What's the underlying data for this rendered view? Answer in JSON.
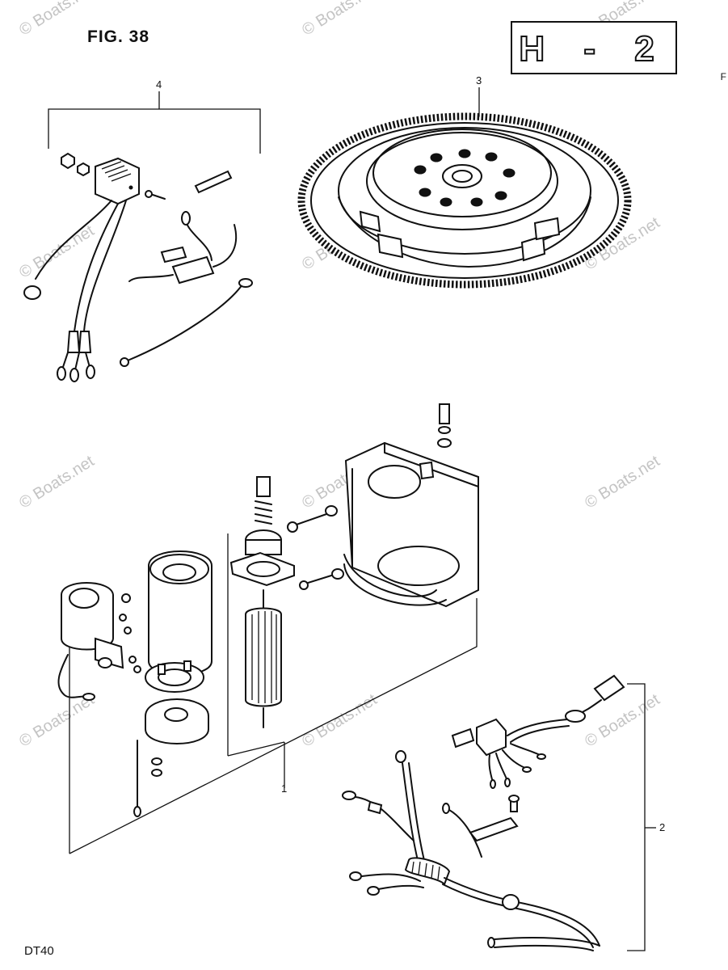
{
  "figure": {
    "title": "FIG. 38",
    "section_code": "H - 2",
    "model": "DT40",
    "edge_mark": "F"
  },
  "callouts": [
    {
      "id": "starter-motor",
      "label": "1"
    },
    {
      "id": "wiring-harness",
      "label": "2"
    },
    {
      "id": "flywheel",
      "label": "3"
    },
    {
      "id": "rectifier-set",
      "label": "4"
    }
  ],
  "watermark": {
    "text": "© Boats.net"
  }
}
